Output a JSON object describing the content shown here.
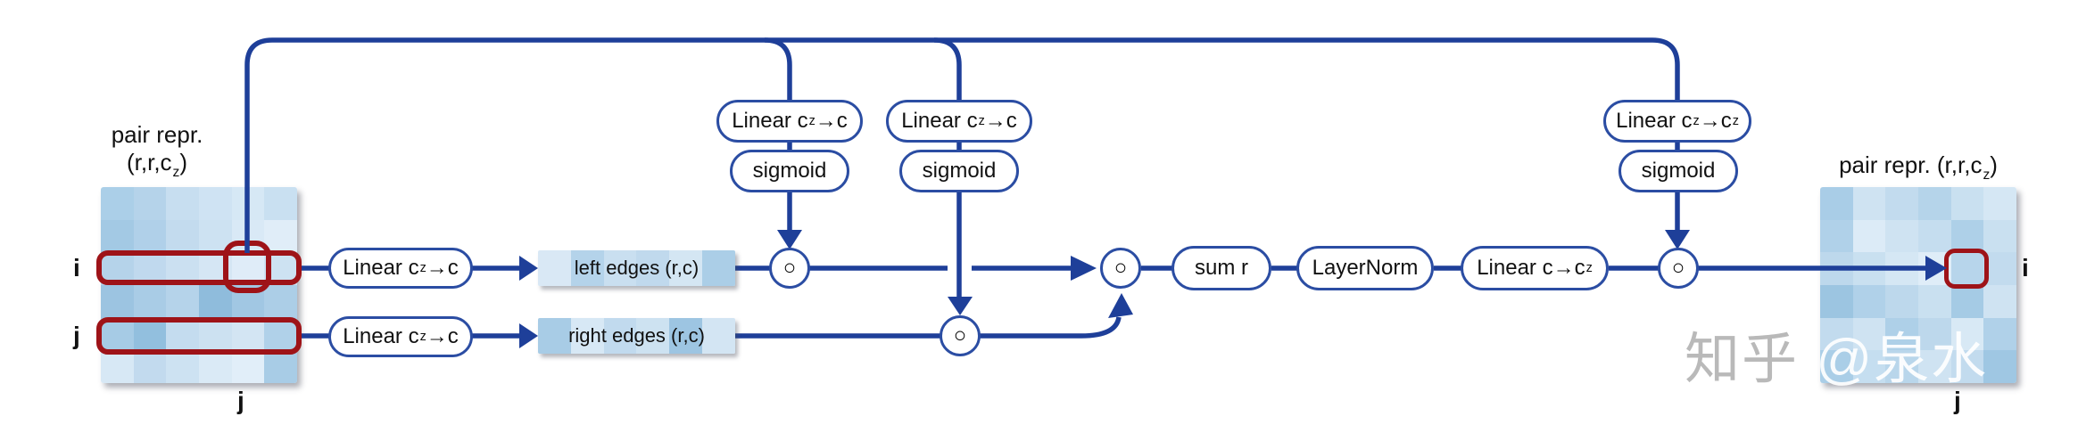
{
  "colors": {
    "wire_blue": "#1e3f99",
    "node_border_blue": "#2b4da3",
    "highlight_red": "#9e1318",
    "watermark_gray": "#b9b9b9"
  },
  "multiply_symbol": "○",
  "left_matrix": {
    "title_line1": "pair repr.",
    "title_line2_segments": [
      {
        "t": "(r,r,c"
      },
      {
        "t": "z",
        "sub": true
      },
      {
        "t": ")"
      }
    ],
    "label_row_i": "i",
    "label_row_j": "j",
    "label_bottom": "j",
    "cells": [
      [
        "#abcfe8",
        "#b5d3ea",
        "#c7def0",
        "#cfe3f3",
        "#d6e8f5",
        "#c9e0f1"
      ],
      [
        "#a3c9e4",
        "#b0d0e9",
        "#c3dbee",
        "#cde2f2",
        "#d9e9f6",
        "#e0edf8"
      ],
      [
        "#b5d3ea",
        "#c0d9ee",
        "#cbe0f1",
        "#d5e6f4",
        "#dfecf8",
        "#cde2f2"
      ],
      [
        "#9cc4e1",
        "#a9cce6",
        "#b5d3ea",
        "#8fbcdc",
        "#a1c7e3",
        "#accee7"
      ],
      [
        "#a6cbe5",
        "#92bfde",
        "#c4dcef",
        "#cce1f1",
        "#d3e5f3",
        "#b0d1e9"
      ],
      [
        "#d7e8f5",
        "#c2daee",
        "#cde2f2",
        "#daeaf6",
        "#e1eef9",
        "#a8cce6"
      ]
    ]
  },
  "right_matrix": {
    "title_segments": [
      {
        "t": "pair repr. (r,r,c"
      },
      {
        "t": "z",
        "sub": true
      },
      {
        "t": ")"
      }
    ],
    "label_row_i": "i",
    "label_bottom": "j",
    "cells": [
      [
        "#a9cde7",
        "#cfe3f2",
        "#c2dbee",
        "#b5d4ea",
        "#c9e0f0",
        "#d5e7f4"
      ],
      [
        "#b0d1e9",
        "#dcebf7",
        "#cfe3f2",
        "#c5ddef",
        "#aed0e8",
        "#c9e0f0"
      ],
      [
        "#bdd8ec",
        "#c9e0f0",
        "#d5e7f4",
        "#dfedf8",
        "#b7d5eb",
        "#c2dbee"
      ],
      [
        "#9cc5e1",
        "#b0d1e9",
        "#bdd8ec",
        "#c9e0f0",
        "#a5cbe5",
        "#cfe3f2"
      ],
      [
        "#c2dbee",
        "#cfe3f2",
        "#aed0e8",
        "#bdd8ec",
        "#d8e9f5",
        "#b0d1e9"
      ],
      [
        "#aacee7",
        "#c5def0",
        "#b9d6eb",
        "#cfe3f2",
        "#c2dbee",
        "#9fc7e3"
      ]
    ]
  },
  "strips": {
    "left": {
      "label": "left edges (r,c)",
      "cells": [
        "#d9e8f5",
        "#b4d3ea",
        "#c9dff0",
        "#c0d9ed",
        "#d4e6f3",
        "#abcee7"
      ]
    },
    "right": {
      "label": "right edges (r,c)",
      "cells": [
        "#a8cce6",
        "#d7e8f5",
        "#c1daee",
        "#cde2f1",
        "#9dc5e2",
        "#d3e5f3"
      ]
    }
  },
  "nodes": {
    "linear_row_i": {
      "segments": [
        {
          "t": "Linear c"
        },
        {
          "t": "z",
          "sub": true
        },
        {
          "t": "→c"
        }
      ]
    },
    "linear_row_j": {
      "segments": [
        {
          "t": "Linear c"
        },
        {
          "t": "z",
          "sub": true
        },
        {
          "t": "→c"
        }
      ]
    },
    "gate1_linear": {
      "segments": [
        {
          "t": "Linear c"
        },
        {
          "t": "z",
          "sub": true
        },
        {
          "t": "→c"
        }
      ]
    },
    "gate1_sigmoid": {
      "label": "sigmoid"
    },
    "gate2_linear": {
      "segments": [
        {
          "t": "Linear c"
        },
        {
          "t": "z",
          "sub": true
        },
        {
          "t": "→c"
        }
      ]
    },
    "gate2_sigmoid": {
      "label": "sigmoid"
    },
    "sum_r": {
      "label": "sum r"
    },
    "layernorm": {
      "label": "LayerNorm"
    },
    "linear_out": {
      "segments": [
        {
          "t": "Linear c→c"
        },
        {
          "t": "z",
          "sub": true
        }
      ]
    },
    "gate3_linear": {
      "segments": [
        {
          "t": "Linear c"
        },
        {
          "t": "z",
          "sub": true
        },
        {
          "t": "→c"
        },
        {
          "t": "z",
          "sub": true
        }
      ]
    },
    "gate3_sigmoid": {
      "label": "sigmoid"
    }
  },
  "watermark": {
    "part1": "知乎 ",
    "part2": "@泉水"
  }
}
